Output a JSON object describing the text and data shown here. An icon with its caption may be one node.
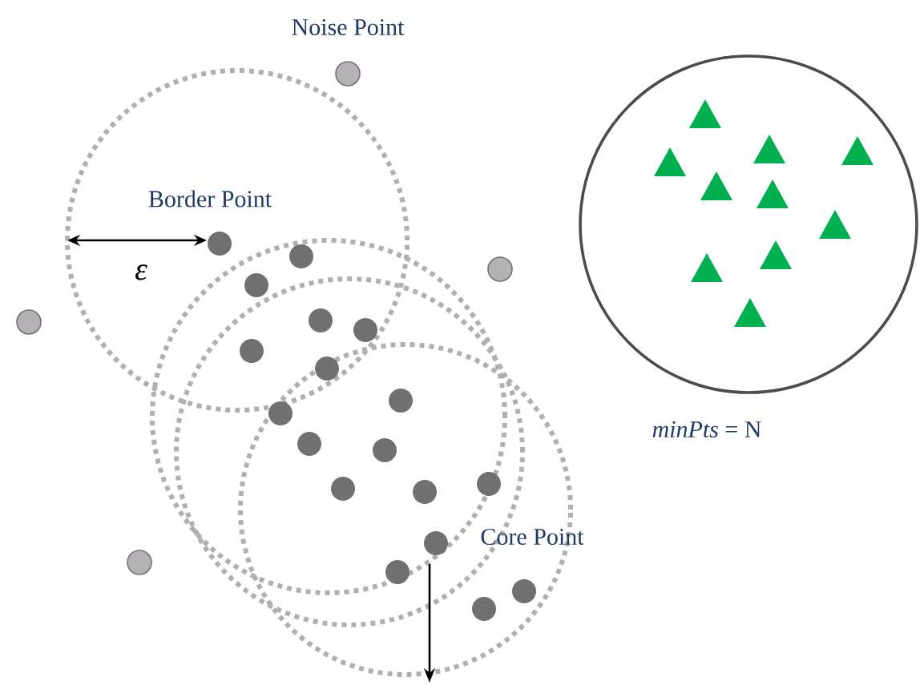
{
  "diagram": {
    "labels": [
      "Noise Point",
      "Border Point",
      "ε",
      "Core Point",
      "*minPts* = N"
    ]
  }
}
